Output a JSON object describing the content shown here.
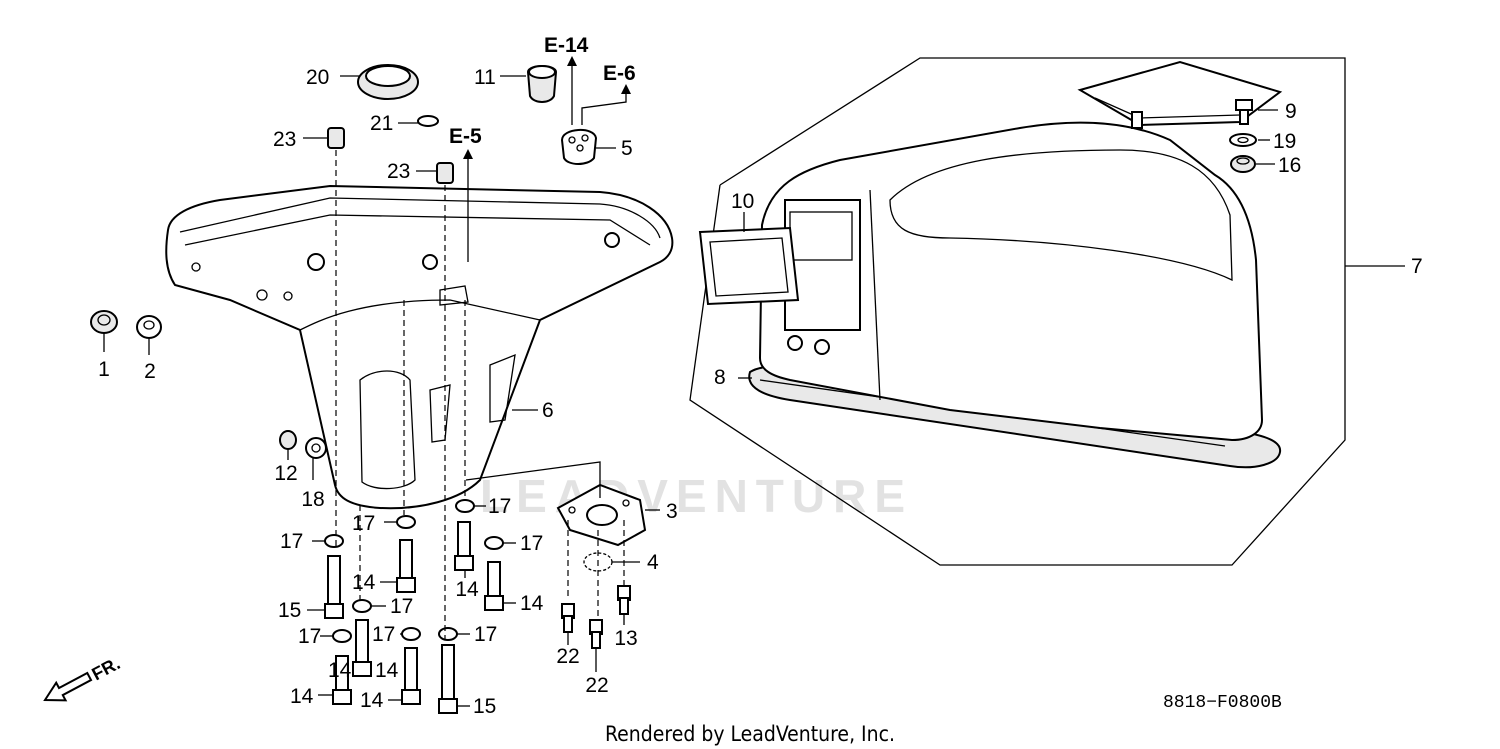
{
  "callouts": [
    {
      "label": "1"
    },
    {
      "label": "2"
    },
    {
      "label": "3"
    },
    {
      "label": "4"
    },
    {
      "label": "5"
    },
    {
      "label": "6"
    },
    {
      "label": "7"
    },
    {
      "label": "8"
    },
    {
      "label": "9"
    },
    {
      "label": "10"
    },
    {
      "label": "11"
    },
    {
      "label": "12"
    },
    {
      "label": "13"
    },
    {
      "label": "14"
    },
    {
      "label": "14"
    },
    {
      "label": "14"
    },
    {
      "label": "14"
    },
    {
      "label": "14"
    },
    {
      "label": "14"
    },
    {
      "label": "14"
    },
    {
      "label": "15"
    },
    {
      "label": "15"
    },
    {
      "label": "16"
    },
    {
      "label": "17"
    },
    {
      "label": "17"
    },
    {
      "label": "17"
    },
    {
      "label": "17"
    },
    {
      "label": "17"
    },
    {
      "label": "17"
    },
    {
      "label": "17"
    },
    {
      "label": "17"
    },
    {
      "label": "18"
    },
    {
      "label": "19"
    },
    {
      "label": "20"
    },
    {
      "label": "21"
    },
    {
      "label": "22"
    },
    {
      "label": "22"
    },
    {
      "label": "23"
    },
    {
      "label": "23"
    }
  ],
  "references": [
    "E-14",
    "E-6",
    "E-5"
  ],
  "direction_label": "FR.",
  "diagram_code": "8818−F0800B",
  "credit": "Rendered by LeadVenture, Inc.",
  "watermark": "LEADVENTURE"
}
